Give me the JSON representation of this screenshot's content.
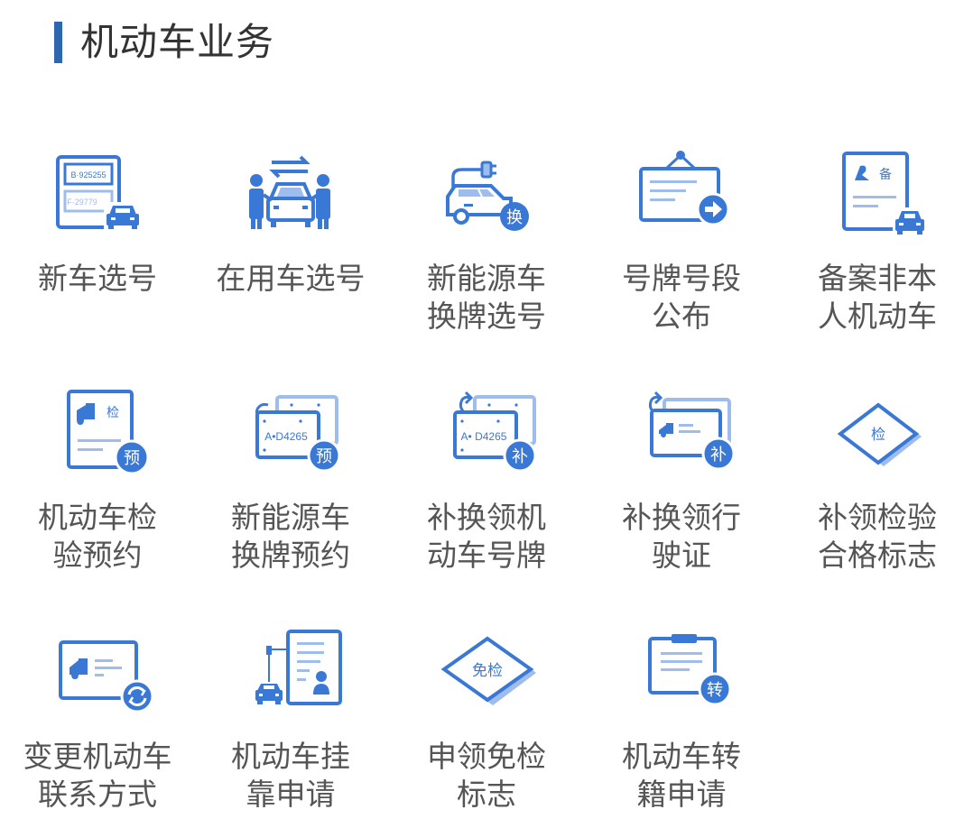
{
  "section": {
    "title": "机动车业务",
    "accent_color": "#2d66b1"
  },
  "colors": {
    "icon_primary": "#3a78d6",
    "icon_light": "#9ebcec",
    "label_text": "#555555",
    "title_text": "#333333"
  },
  "items": [
    {
      "label": "新车选号",
      "icon": "license-plate-new-car-icon",
      "plate_1": "B·925255",
      "plate_2": "F·29779"
    },
    {
      "label": "在用车选号",
      "icon": "car-transfer-people-icon"
    },
    {
      "label": "新能源车\n换牌选号",
      "icon": "electric-car-swap-icon",
      "badge": "换"
    },
    {
      "label": "号牌号段\n公布",
      "icon": "notice-board-arrow-icon"
    },
    {
      "label": "备案非本\n人机动车",
      "icon": "record-document-car-icon",
      "badge": "备"
    },
    {
      "label": "机动车检\n验预约",
      "icon": "inspection-appointment-icon",
      "badge": "预",
      "tag": "检"
    },
    {
      "label": "新能源车\n换牌预约",
      "icon": "plate-swap-appointment-icon",
      "badge": "预",
      "plate": "A•D4265"
    },
    {
      "label": "补换领机\n动车号牌",
      "icon": "plate-replace-icon",
      "badge": "补",
      "plate": "A• D4265"
    },
    {
      "label": "补换领行\n驶证",
      "icon": "license-replace-icon",
      "badge": "补"
    },
    {
      "label": "补领检验\n合格标志",
      "icon": "inspection-mark-icon",
      "badge": "检"
    },
    {
      "label": "变更机动车\n联系方式",
      "icon": "contact-change-icon"
    },
    {
      "label": "机动车挂\n靠申请",
      "icon": "vehicle-affiliation-icon"
    },
    {
      "label": "申领免检\n标志",
      "icon": "exemption-mark-icon",
      "badge": "免检"
    },
    {
      "label": "机动车转\n籍申请",
      "icon": "vehicle-transfer-icon",
      "badge": "转"
    }
  ]
}
